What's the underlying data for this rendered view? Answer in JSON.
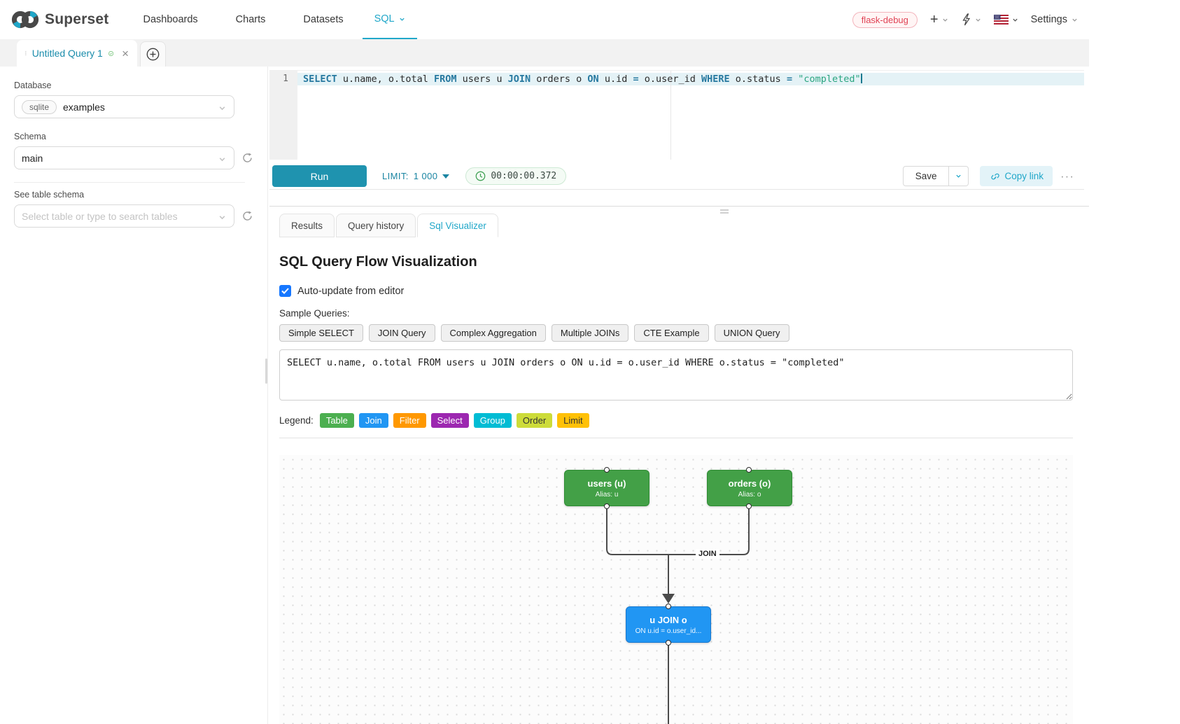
{
  "navbar": {
    "brand": "Superset",
    "items": [
      "Dashboards",
      "Charts",
      "Datasets",
      "SQL"
    ],
    "env_badge": "flask-debug",
    "settings_label": "Settings"
  },
  "query_tab": {
    "title": "Untitled Query 1"
  },
  "sidebar": {
    "database_label": "Database",
    "database_engine_badge": "sqlite",
    "database_value": "examples",
    "schema_label": "Schema",
    "schema_value": "main",
    "table_section_label": "See table schema",
    "table_placeholder": "Select table or type to search tables"
  },
  "editor": {
    "line_number": "1",
    "tokens": [
      {
        "t": "kw",
        "v": "SELECT"
      },
      {
        "t": "pl",
        "v": " u.name, o.total "
      },
      {
        "t": "kw",
        "v": "FROM"
      },
      {
        "t": "pl",
        "v": " users u "
      },
      {
        "t": "kw",
        "v": "JOIN"
      },
      {
        "t": "pl",
        "v": " orders o "
      },
      {
        "t": "kw",
        "v": "ON"
      },
      {
        "t": "pl",
        "v": " u.id "
      },
      {
        "t": "op",
        "v": "="
      },
      {
        "t": "pl",
        "v": " o.user_id "
      },
      {
        "t": "kw",
        "v": "WHERE"
      },
      {
        "t": "pl",
        "v": " o.status "
      },
      {
        "t": "op",
        "v": "="
      },
      {
        "t": "pl",
        "v": " "
      },
      {
        "t": "str",
        "v": "\"completed\""
      }
    ]
  },
  "toolbar": {
    "run_label": "Run",
    "limit_label": "LIMIT:",
    "limit_value": "1 000",
    "elapsed_time": "00:00:00.372",
    "save_label": "Save",
    "copy_link_label": "Copy link",
    "more_label": "···"
  },
  "result_tabs": {
    "tabs": [
      "Results",
      "Query history",
      "Sql Visualizer"
    ],
    "active": "Sql Visualizer"
  },
  "visualizer": {
    "title": "SQL Query Flow Visualization",
    "auto_update_label": "Auto-update from editor",
    "auto_update_checked": true,
    "sample_queries_label": "Sample Queries:",
    "sample_queries": [
      "Simple SELECT",
      "JOIN Query",
      "Complex Aggregation",
      "Multiple JOINs",
      "CTE Example",
      "UNION Query"
    ],
    "query_text": "SELECT u.name, o.total FROM users u JOIN orders o ON u.id = o.user_id WHERE o.status = \"completed\"",
    "legend_label": "Legend:",
    "legend": [
      {
        "label": "Table",
        "color": "#4caf50",
        "text": "#ffffff"
      },
      {
        "label": "Join",
        "color": "#2196f3",
        "text": "#ffffff"
      },
      {
        "label": "Filter",
        "color": "#ff9800",
        "text": "#ffffff"
      },
      {
        "label": "Select",
        "color": "#9c27b0",
        "text": "#ffffff"
      },
      {
        "label": "Group",
        "color": "#00bcd4",
        "text": "#ffffff"
      },
      {
        "label": "Order",
        "color": "#cddc39",
        "text": "#333333"
      },
      {
        "label": "Limit",
        "color": "#ffc107",
        "text": "#333333"
      }
    ],
    "flow": {
      "edge_label": "JOIN",
      "nodes": [
        {
          "title": "users (u)",
          "subtitle": "Alias: u",
          "color": "#43a047"
        },
        {
          "title": "orders (o)",
          "subtitle": "Alias: o",
          "color": "#43a047"
        },
        {
          "title": "u JOIN o",
          "subtitle": "ON u.id = o.user_id...",
          "color": "#2196f3"
        }
      ]
    }
  }
}
